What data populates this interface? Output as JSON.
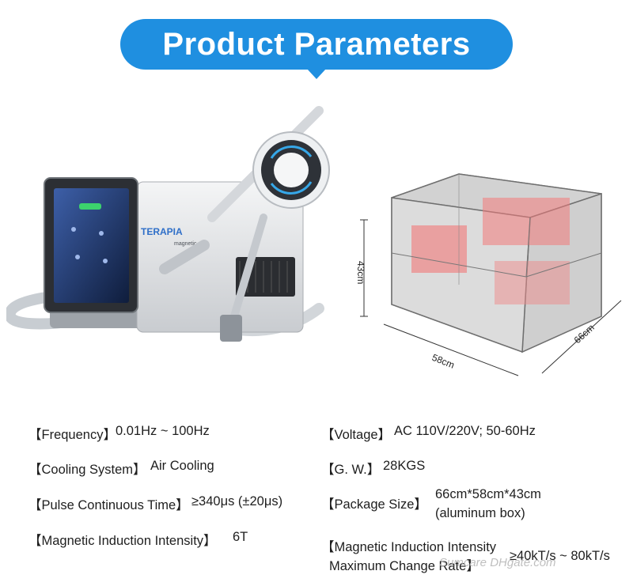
{
  "title": "Product Parameters",
  "device_label": "TERAPIA",
  "device_sublabel": "magnetic",
  "dimensions": {
    "height": "43cm",
    "width": "58cm",
    "depth": "66cm"
  },
  "params_left": [
    {
      "label": "【Frequency】",
      "value": "0.01Hz ~ 100Hz"
    },
    {
      "label": "【Cooling System】",
      "value": "Air Cooling"
    },
    {
      "label": "【Pulse Continuous Time】",
      "value": "≥340μs (±20μs)"
    },
    {
      "label": "【Magnetic Induction Intensity】",
      "value": "6T"
    }
  ],
  "params_right": [
    {
      "label": "【Voltage】",
      "value": "AC 110V/220V; 50-60Hz"
    },
    {
      "label": "【G. W.】",
      "value": "28KGS"
    },
    {
      "label": "【Package Size】",
      "value_line1": "66cm*58cm*43cm",
      "value_line2": "(aluminum box)"
    },
    {
      "label_line1": "【Magnetic Induction Intensity",
      "label_line2": "Maximum Change Rate】",
      "value": "≥40kT/s ~ 80kT/s"
    }
  ],
  "watermark": "Sumcare DHgate.com"
}
